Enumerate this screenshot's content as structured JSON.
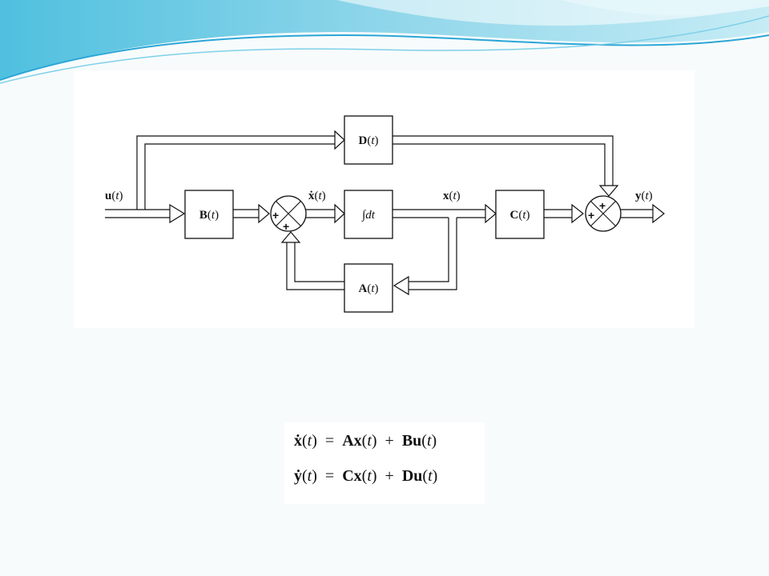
{
  "diagram": {
    "signals": {
      "input": "u",
      "state_derivative": "ẋ",
      "state": "x",
      "output": "y",
      "argument": "t"
    },
    "blocks": {
      "B": "B",
      "A": "A",
      "C": "C",
      "D": "D",
      "integrator": "∫dt"
    },
    "summing_junction_signs": {
      "sum1_left": "+",
      "sum1_bottom": "+",
      "sum2_top": "+",
      "sum2_left": "+"
    }
  },
  "equations": {
    "row1": {
      "lhs": "ẋ",
      "eq": "=",
      "t1_mat": "A",
      "t1_vec": "x",
      "plus": "+",
      "t2_mat": "B",
      "t2_vec": "u"
    },
    "row2": {
      "lhs": "ẏ",
      "eq": "=",
      "t1_mat": "C",
      "t1_vec": "x",
      "plus": "+",
      "t2_mat": "D",
      "t2_vec": "u"
    },
    "argument": "t"
  },
  "colors": {
    "background": "#f7fbfc",
    "wave_light": "#aee3f0",
    "wave_mid": "#5cc4e0",
    "wave_dark": "#1e9fd0",
    "ink": "#111111"
  }
}
